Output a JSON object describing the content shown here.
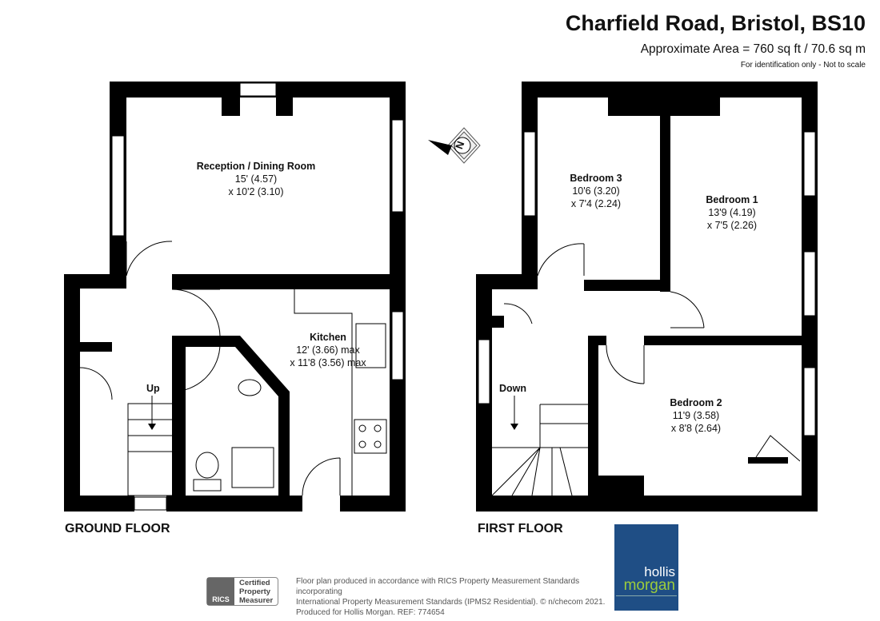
{
  "header": {
    "title": "Charfield Road, Bristol, BS10",
    "area": "Approximate Area = 760 sq ft / 70.6 sq m",
    "note": "For identification only - Not to scale"
  },
  "ground_floor": {
    "label": "GROUND FLOOR",
    "stairs_label": "Up",
    "rooms": [
      {
        "name": "Reception / Dining Room",
        "dim1": "15' (4.57)",
        "dim2": "x 10'2 (3.10)"
      },
      {
        "name": "Kitchen",
        "dim1": "12' (3.66) max",
        "dim2": "x 11'8 (3.56) max"
      }
    ]
  },
  "first_floor": {
    "label": "FIRST FLOOR",
    "stairs_label": "Down",
    "rooms": [
      {
        "name": "Bedroom 3",
        "dim1": "10'6 (3.20)",
        "dim2": "x 7'4 (2.24)"
      },
      {
        "name": "Bedroom 1",
        "dim1": "13'9 (4.19)",
        "dim2": "x 7'5 (2.26)"
      },
      {
        "name": "Bedroom 2",
        "dim1": "11'9 (3.58)",
        "dim2": "x 8'8 (2.64)"
      }
    ]
  },
  "compass": {
    "letter": "N"
  },
  "footer": {
    "rics_brand": "RICS",
    "rics_line1": "Certified",
    "rics_line2": "Property",
    "rics_line3": "Measurer",
    "line1": "Floor plan produced in accordance with RICS Property Measurement Standards incorporating",
    "line2": "International Property Measurement Standards (IPMS2 Residential).   © n/checom 2021.",
    "line3": "Produced for Hollis Morgan.    REF:  774654"
  },
  "logo": {
    "line1": "hollis",
    "line2": "morgan",
    "bg": "#1f4e85",
    "accent": "#9ccc3c"
  }
}
